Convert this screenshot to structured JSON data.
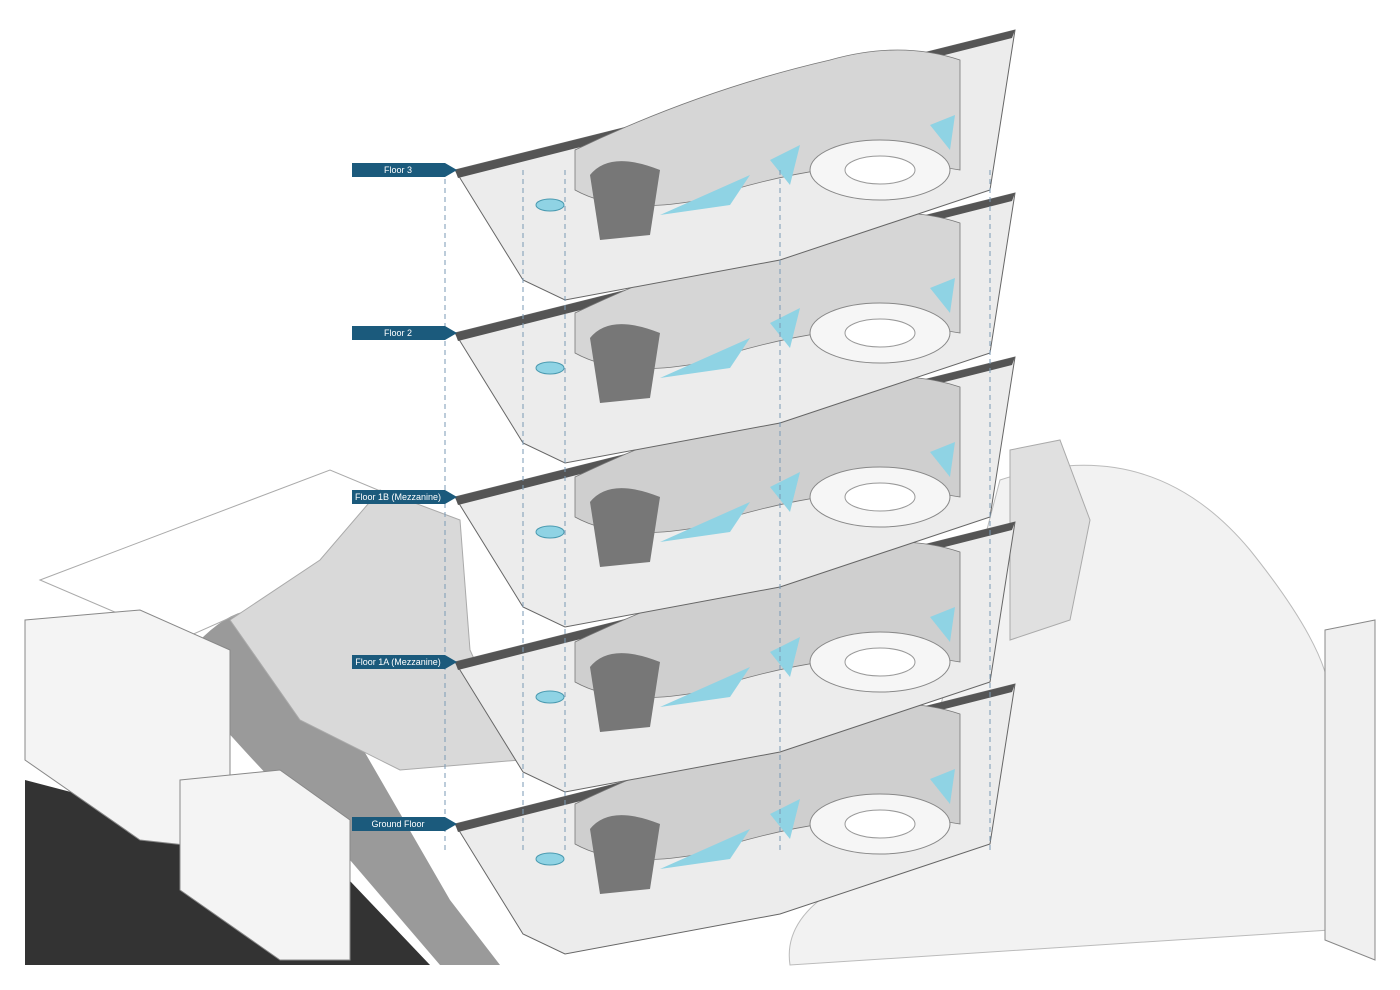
{
  "colors": {
    "label": "#1b5a7c",
    "water": "#8fd3e4",
    "slab": "#d8d8d8",
    "dark": "#3a3a3a"
  },
  "floors": [
    {
      "label": "Floor 3"
    },
    {
      "label": "Floor 2"
    },
    {
      "label": "Floor 1B (Mezzanine)"
    },
    {
      "label": "Floor 1A (Mezzanine)"
    },
    {
      "label": "Ground Floor"
    }
  ]
}
